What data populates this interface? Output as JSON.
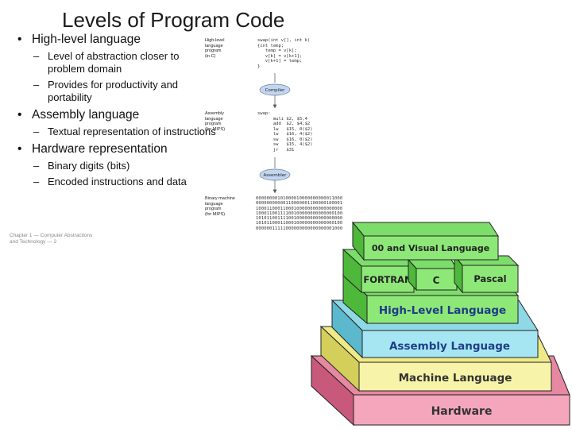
{
  "title": "Levels of Program Code",
  "bullets": [
    {
      "text": "High-level language",
      "sub": [
        "Level of abstraction closer to problem domain",
        "Provides for productivity and portability"
      ]
    },
    {
      "text": "Assembly language",
      "sub": [
        "Textual representation of instructions"
      ]
    },
    {
      "text": "Hardware representation",
      "sub": [
        "Binary digits (bits)",
        "Encoded instructions and data"
      ]
    }
  ],
  "footer": "Chapter 1 — Computer Abstractions and Technology — 2",
  "flow": {
    "hll_label": [
      "High-level",
      "language",
      "program",
      "(in C)"
    ],
    "hll_code": "swap(int v[], int k)\n{int temp;\n   temp = v[k];\n   v[k] = v[k+1];\n   v[k+1] = temp;\n}",
    "compiler": "Compiler",
    "asm_label": [
      "Assembly",
      "language",
      "program",
      "(for MIPS)"
    ],
    "asm_code": "swap:\n      muli $2, $5,4\n      add  $2, $4,$2\n      lw   $15, 0($2)\n      lw   $16, 4($2)\n      sw   $16, 0($2)\n      sw   $15, 4($2)\n      jr   $31",
    "assembler": "Assembler",
    "bin_label": [
      "Binary machine",
      "language",
      "program",
      "(for MIPS)"
    ],
    "bin_code": "00000000101000010000000000011000\n00000000000110000001100000100001\n10001100011000100000000000000000\n10001100111100100000000000000100\n10101100111100100000000000000000\n10101100011000100000000000000100\n00000011111000000000000000001000"
  },
  "stack": {
    "hardware": "Hardware",
    "machine": "Machine Language",
    "assembly": "Assembly Language",
    "highlevel": "High-Level Language",
    "fortran": "FORTRAN",
    "c": "C",
    "pascal": "Pascal",
    "oo": "00 and Visual Language"
  }
}
